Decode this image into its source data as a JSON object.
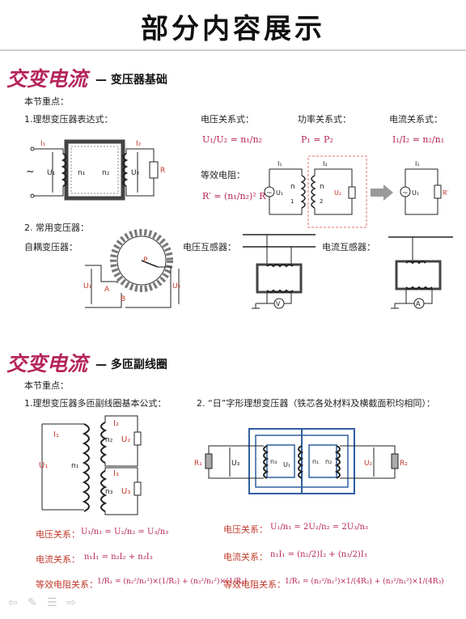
{
  "page_title": "部分内容展示",
  "section1": {
    "brand": "交变电流",
    "heading": "— 变压器基础",
    "key_points": "本节重点：",
    "p1_label": "1.理想变压器表达式：",
    "voltage_rel": "电压关系式：",
    "power_rel": "功率关系式：",
    "current_rel": "电流关系式：",
    "eq_res": "等效电阻：",
    "voltage_formula": "U₁/U₂ = n₁/n₂",
    "power_formula": "P₁ = P₂",
    "current_formula": "I₁/I₂ = n₂/n₁",
    "eq_formula": "R′ = (n₁/n₂)² R",
    "p2_label": "2. 常用变压器：",
    "auto": "自耦变压器：",
    "vt": "电压互感器：",
    "ct": "电流互感器："
  },
  "section2": {
    "brand": "交变电流",
    "heading": "— 多匝副线圈",
    "key_points": "本节重点：",
    "p1_label": "1.理想变压器多匝副线圈基本公式：",
    "p2_label": "2. “日”字形理想变压器（铁芯各处材料及横截面积均相同）：",
    "left": {
      "v_label": "电压关系：",
      "v_formula": "U₁/n₁ = U₂/n₂ = U₃/n₃",
      "i_label": "电流关系：",
      "i_formula": "n₁I₁ = n₂I₂ + n₃I₃",
      "r_label": "等效电阻关系：",
      "r_formula": "1/R₁ = (n₂²/n₁²)×(1/R₂) + (n₃²/n₁²)×(1/R₃)"
    },
    "right": {
      "v_label": "电压关系：",
      "v_formula": "U₁/n₁ = 2U₂/n₂ = 2U₃/n₃",
      "i_label": "电流关系：",
      "i_formula": "n₁I₁ = (n₂/2)I₂ + (n₃/2)I₃",
      "r_label": "等效电阻关系：",
      "r_formula": "1/R₁ = (n₂²/n₁²)×1/(4R₂) + (n₃²/n₁²)×1/(4R₃)"
    }
  },
  "diagram_labels": {
    "I1": "I₁",
    "I2": "I₂",
    "I3": "I₃",
    "U1": "U₁",
    "U2": "U₂",
    "U3": "U₃",
    "n1": "n₁",
    "n2": "n₂",
    "n3": "n₃",
    "R": "R",
    "Rp": "R′",
    "R1": "R₁",
    "R2": "R₂",
    "A": "A",
    "B": "B",
    "P": "P",
    "V": "V",
    "Am": "A",
    "n": "n",
    "one": "1",
    "two": "2"
  },
  "icons": [
    "arrow-left-icon",
    "pen-icon",
    "menu-icon",
    "arrow-right-icon"
  ],
  "colors": {
    "brand": "#b5245a",
    "formula": "#b5245a",
    "label_red": "#c0392b",
    "core": "#2f5fa0"
  }
}
